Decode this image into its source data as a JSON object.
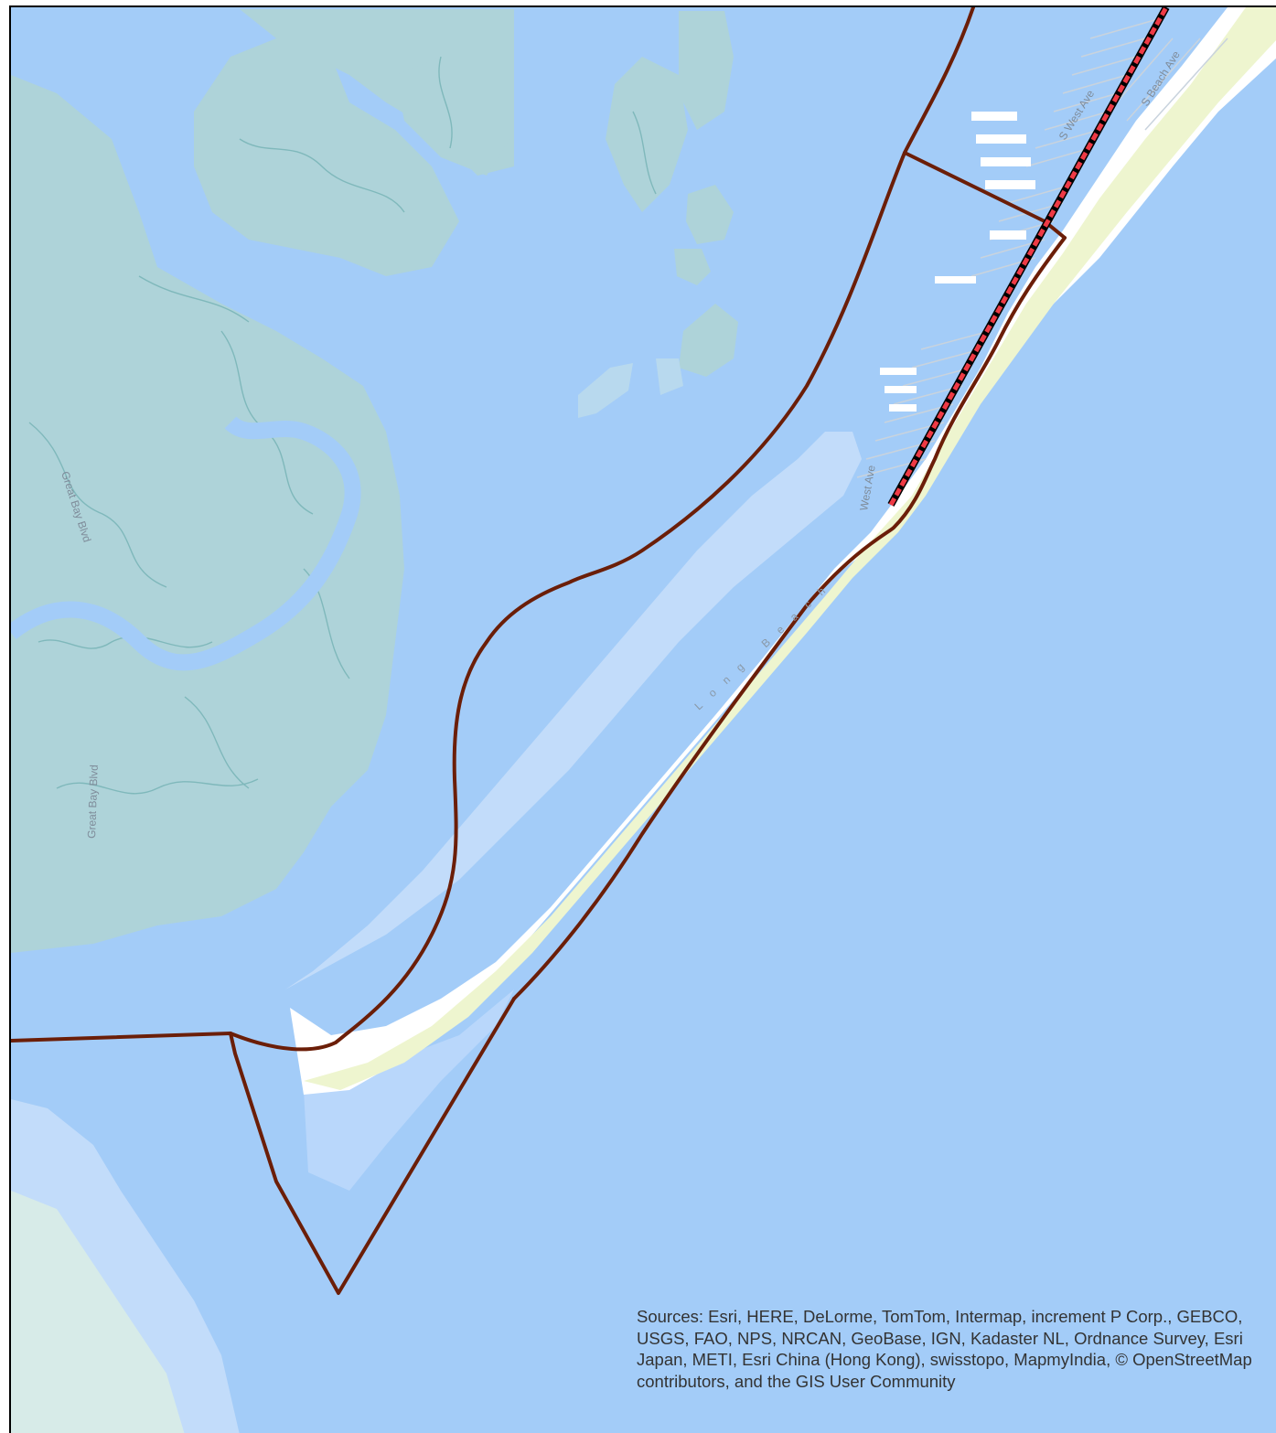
{
  "colors": {
    "water": "#a3ccf8",
    "marsh": "#aed3d9",
    "marsh_stream": "#7fb8bb",
    "sand": "#ffffff",
    "beach_edge": "#eef5cf",
    "shoal": "#c2dcfa",
    "boundary": "#6b1e08",
    "route_fill": "#ee3a45",
    "route_outline": "#000000",
    "road": "#c9d3dd"
  },
  "labels": {
    "great_bay_blvd_north": "Great Bay Blvd",
    "great_bay_blvd_south": "Great Bay Blvd",
    "west_ave": "West Ave",
    "s_west_ave": "S West Ave",
    "s_beach_ave": "S Beach Ave",
    "long_beach": "Long Beach"
  },
  "attribution": "Sources: Esri, HERE, DeLorme, TomTom, Intermap, increment P Corp., GEBCO, USGS, FAO, NPS, NRCAN, GeoBase, IGN, Kadaster NL, Ordnance Survey, Esri Japan, METI, Esri China (Hong Kong), swisstopo, MapmyIndia, © OpenStreetMap contributors, and the GIS User Community"
}
